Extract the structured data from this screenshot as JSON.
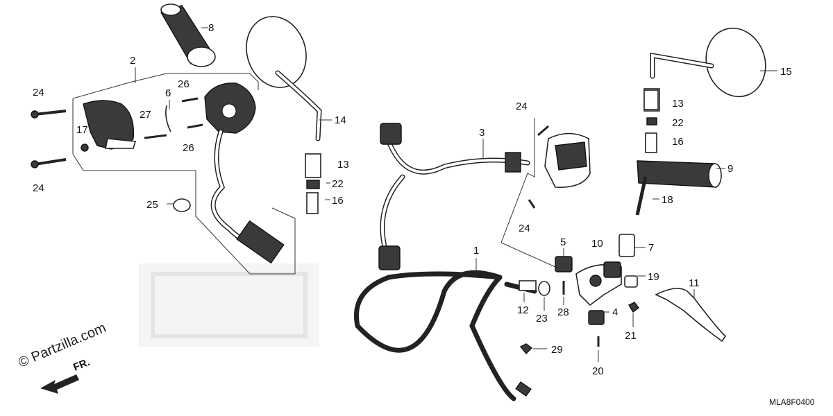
{
  "diagram": {
    "code": "MLA8F0400",
    "watermark": "© Partzilla.com",
    "direction": "FR.",
    "callouts": {
      "c1": "1",
      "c2": "2",
      "c3": "3",
      "c4": "4",
      "c5": "5",
      "c6": "6",
      "c7": "7",
      "c8": "8",
      "c9": "9",
      "c10": "10",
      "c11": "11",
      "c12": "12",
      "c13a": "13",
      "c13b": "13",
      "c14": "14",
      "c15": "15",
      "c16a": "16",
      "c16b": "16",
      "c17": "17",
      "c18": "18",
      "c19": "19",
      "c20": "20",
      "c21": "21",
      "c22a": "22",
      "c22b": "22",
      "c23": "23",
      "c24a": "24",
      "c24b": "24",
      "c24c": "24",
      "c24d": "24",
      "c25": "25",
      "c26a": "26",
      "c26b": "26",
      "c27": "27",
      "c28": "28",
      "c29": "29"
    }
  }
}
